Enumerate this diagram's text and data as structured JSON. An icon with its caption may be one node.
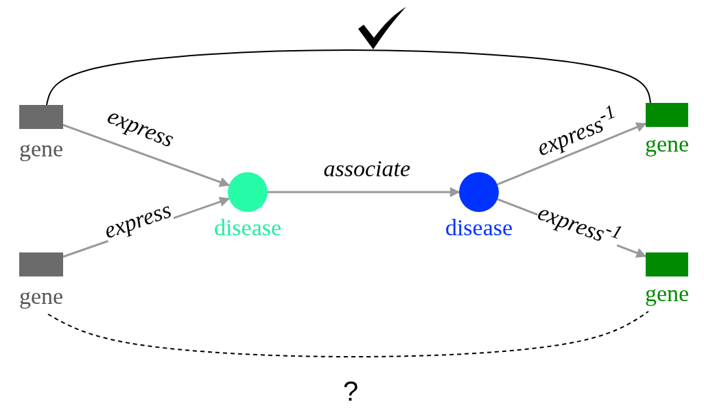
{
  "diagram": {
    "nodes": [
      {
        "text": [
          "gene"
        ]
      },
      {
        "text": [
          "gene"
        ]
      },
      {
        "text": [
          "disease"
        ]
      },
      {
        "text": [
          "disease"
        ]
      },
      {
        "text": [
          "gene"
        ]
      },
      {
        "text": [
          "gene"
        ]
      }
    ],
    "edges": [
      {
        "from": 0,
        "to": 2,
        "arrow": "to",
        "label": "express"
      },
      {
        "from": 1,
        "to": 2,
        "arrow": "to",
        "label": "express"
      },
      {
        "from": 2,
        "to": 3,
        "arrow": "to",
        "label": "associate"
      },
      {
        "from": 3,
        "to": 4,
        "arrow": "to",
        "label": "express$^{-1}$"
      },
      {
        "from": 3,
        "to": 5,
        "arrow": "to",
        "label": "express$^{-1}$"
      },
      {
        "from": 0,
        "to": 4,
        "arrow": "none",
        "color": "#000000"
      },
      {
        "from": 1,
        "to": 5,
        "arrow": "none",
        "style": "dashed",
        "color": "#000000"
      }
    ],
    "labels": [
      "?"
    ]
  }
}
